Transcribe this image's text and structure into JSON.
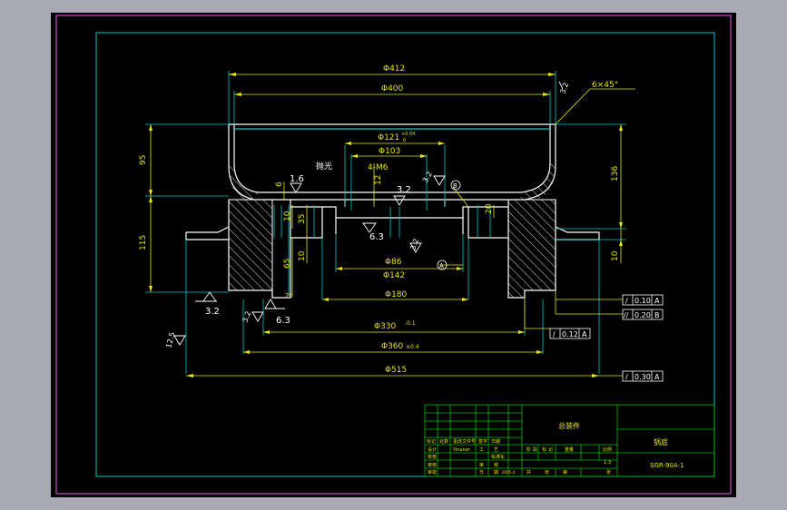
{
  "colors": {
    "background": "#a9aab6",
    "sheet": "#000000",
    "outer_frame": "#c24fc2",
    "inner_frame": "#00c8c8",
    "dimension": "#e6e600",
    "outline": "#ffffff",
    "hatch": "#d8d8d8",
    "title_grid": "#00c000",
    "title_text": "#e6e600"
  },
  "dimensions": {
    "d412": "Φ412",
    "d400": "Φ400",
    "d121": "Φ121",
    "d121_tol_upper": "+0.04",
    "d121_tol_lower": "0",
    "d103": "Φ103",
    "d86": "Φ86",
    "d142": "Φ142",
    "d180": "Φ180",
    "d330": "Φ330",
    "d330_tol": "-0.1",
    "d360": "Φ360",
    "d360_tol": "±0.4",
    "d515": "Φ515",
    "h95": "95",
    "h115": "115",
    "h136": "136",
    "h10_right": "10",
    "h6": "6",
    "h10_a": "10",
    "h35": "35",
    "h10_b": "10",
    "h65": "65",
    "h20_bottom": "20",
    "h12": "12",
    "h20_right": "20",
    "chamfer": "6×45°",
    "thread": "4-M6"
  },
  "annotations": {
    "polish": "抛光",
    "datum_a": "A",
    "datum_b": "B"
  },
  "roughness": {
    "r1": "1.6",
    "r2": "3.2",
    "r3": "3.2",
    "r4": "6.3",
    "r5": "3.2",
    "r6": "3.2",
    "r7": "3.2",
    "r8": "6.3",
    "r9": "12.5",
    "r10": "3.2"
  },
  "tolerances": [
    {
      "symbol": "/",
      "value": "0.10",
      "datum": "A"
    },
    {
      "symbol": "//",
      "value": "0.20",
      "datum": "B"
    },
    {
      "symbol": "/",
      "value": "0.12",
      "datum": "A"
    },
    {
      "symbol": "/",
      "value": "0.30",
      "datum": "A"
    }
  ],
  "title_block": {
    "assembly": "总装件",
    "part_name": "锅底",
    "drawing_no": "SGR-90A-1",
    "scale": "1:3",
    "date": "2005-4",
    "revision_header": [
      "标记",
      "处数",
      "更改文件号",
      "签字",
      "日期"
    ],
    "rows": [
      {
        "role": "设计",
        "name": "Yinaner",
        "std_label": "工",
        "std_value": "艺"
      },
      {
        "role": "校核",
        "name": "",
        "std_label": "",
        "std_value": "标准化"
      },
      {
        "role": "审核",
        "name": "",
        "std_label": "审",
        "std_value": "核"
      },
      {
        "role": "审批",
        "name": "",
        "std_label": "日",
        "std_value": "期"
      }
    ],
    "stage_header": [
      "阶",
      "段",
      "标",
      "记",
      "重量",
      "比例"
    ],
    "sheet_total": "共",
    "sheet_zhang1": "张",
    "sheet_no": "第",
    "sheet_zhang2": "张"
  }
}
